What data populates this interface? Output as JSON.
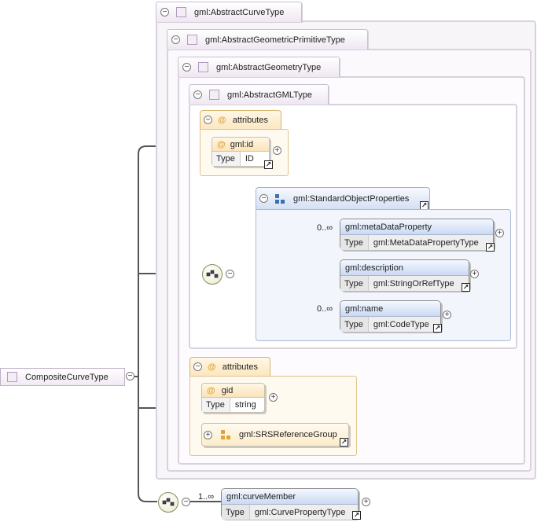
{
  "root": {
    "name": "CompositeCurveType"
  },
  "base_types": [
    "gml:AbstractCurveType",
    "gml:AbstractGeometricPrimitiveType",
    "gml:AbstractGeometryType",
    "gml:AbstractGMLType"
  ],
  "attributes_label": "attributes",
  "type_label": "Type",
  "gml_attributes": {
    "id": {
      "name": "gml:id",
      "type": "ID"
    }
  },
  "standard_object_properties": {
    "name": "gml:StandardObjectProperties",
    "elements": [
      {
        "name": "gml:metaDataProperty",
        "type": "gml:MetaDataPropertyType",
        "cardinality": "0..∞"
      },
      {
        "name": "gml:description",
        "type": "gml:StringOrRefType",
        "cardinality": ""
      },
      {
        "name": "gml:name",
        "type": "gml:CodeType",
        "cardinality": "0..∞"
      }
    ]
  },
  "local_attributes": {
    "gid": {
      "name": "gid",
      "type": "string"
    },
    "attribute_group": "gml:SRSReferenceGroup"
  },
  "curve_member": {
    "name": "gml:curveMember",
    "type": "gml:CurvePropertyType",
    "cardinality": "1..∞"
  },
  "colors": {
    "type_frame_border": "#d8d2dd",
    "attribute_accent": "#e0a53a",
    "element_header": "#cad9f3",
    "group_header": "#d3e0f4"
  }
}
